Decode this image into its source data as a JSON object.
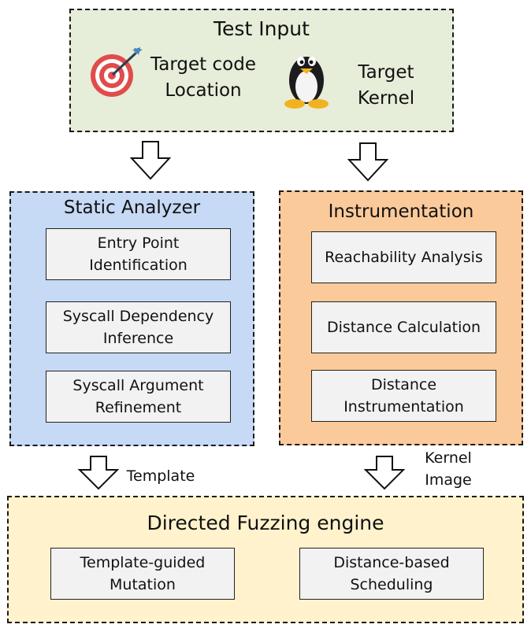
{
  "test_input": {
    "title": "Test Input",
    "target_code_label": "Target code\nLocation",
    "target_kernel_label": "Target\nKernel",
    "colors": {
      "fill": "#e6edd9"
    }
  },
  "static_analyzer": {
    "title": "Static Analyzer",
    "items": [
      "Entry Point\nIdentification",
      "Syscall Dependency\nInference",
      "Syscall Argument\nRefinement"
    ],
    "colors": {
      "fill": "#c6d9f5"
    }
  },
  "instrumentation": {
    "title": "Instrumentation",
    "items": [
      "Reachability Analysis",
      "Distance Calculation",
      "Distance\nInstrumentation"
    ],
    "colors": {
      "fill": "#fbca9a"
    }
  },
  "edges": {
    "template_label": "Template",
    "kernel_image_label": "Kernel\nImage"
  },
  "fuzzing_engine": {
    "title": "Directed Fuzzing engine",
    "items": [
      "Template-guided\nMutation",
      "Distance-based\nScheduling"
    ],
    "colors": {
      "fill": "#fff2cc"
    }
  }
}
